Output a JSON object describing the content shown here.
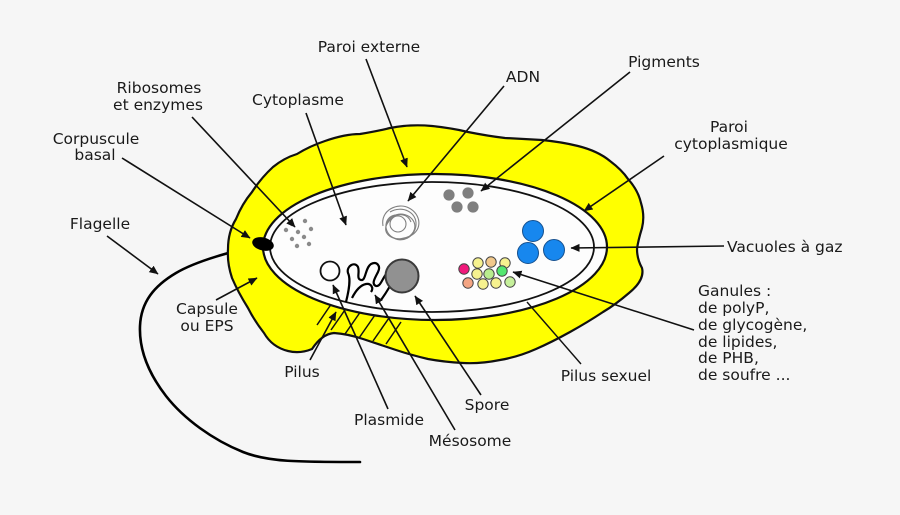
{
  "diagram": {
    "description": "Schema d'une cellule bacterienne (procaryote) avec legendes",
    "labels": {
      "paroi_externe": "Paroi externe",
      "adn": "ADN",
      "pigments": "Pigments",
      "ribosomes_line1": "Ribosomes",
      "ribosomes_line2": "et enzymes",
      "cytoplasme": "Cytoplasme",
      "corpuscule_line1": "Corpuscule",
      "corpuscule_line2": "basal",
      "paroi_cyto_line1": "Paroi",
      "paroi_cyto_line2": "cytoplasmique",
      "flagelle": "Flagelle",
      "vacuoles": "Vacuoles à gaz",
      "capsule_line1": "Capsule",
      "capsule_line2": "ou EPS",
      "ganules_line1": "Ganules :",
      "ganules_line2": "de polyP,",
      "ganules_line3": "de glycogène,",
      "ganules_line4": "de lipides,",
      "ganules_line5": "de PHB,",
      "ganules_line6": "de soufre ...",
      "pilus": "Pilus",
      "pilus_sexuel": "Pilus sexuel",
      "plasmide": "Plasmide",
      "spore": "Spore",
      "mesosome": "Mésosome"
    },
    "colors": {
      "background": "#f6f6f6",
      "capsule": "#ffff00",
      "outline": "#111111",
      "cell_interior": "#fdfdfd",
      "vacuole": "#1787ee",
      "spore": "#919191",
      "spore_border": "#3a3a3a",
      "pigment": "#7f7f7f",
      "ribosome": "#8a8a8a",
      "plasmid_fill": "#ffffff",
      "dna": "#808080"
    },
    "granules": [
      {
        "color": "#F6F28F"
      },
      {
        "color": "#F2C98C"
      },
      {
        "color": "#F6F28F"
      },
      {
        "color": "#F0197B"
      },
      {
        "color": "#F6F28F"
      },
      {
        "color": "#B9ED8E"
      },
      {
        "color": "#52E86F"
      },
      {
        "color": "#F4A583"
      },
      {
        "color": "#F6F28F"
      },
      {
        "color": "#F6F28F"
      },
      {
        "color": "#C6F09B"
      }
    ]
  }
}
